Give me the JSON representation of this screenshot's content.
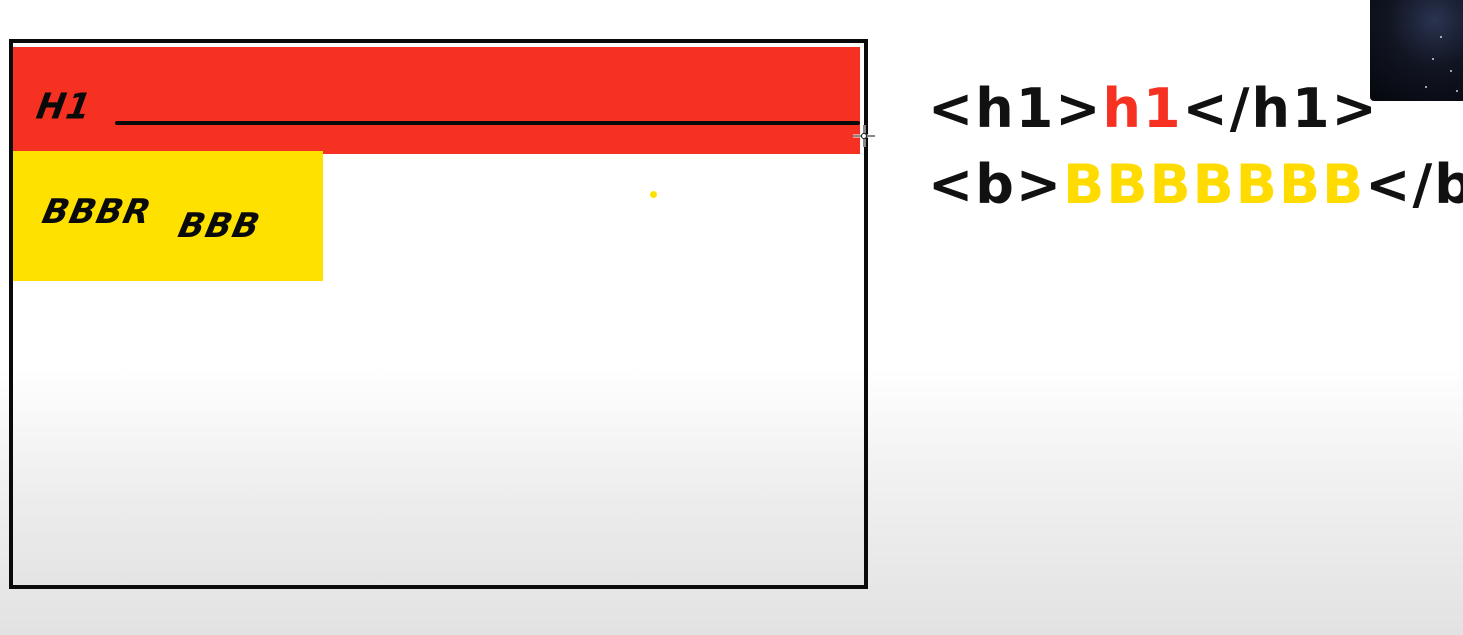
{
  "drawing": {
    "h1_label": "H1",
    "b_label_part1": "BBBR",
    "b_label_part2": "BBB"
  },
  "code": {
    "line1": {
      "open_tag": "<h1>",
      "content": "h1",
      "close_tag": "</h1>"
    },
    "line2": {
      "open_tag": "<b>",
      "content": "BBBBBBB",
      "close_tag": "</b>"
    }
  },
  "colors": {
    "h1_highlight": "#f63122",
    "b_highlight": "#ffe100",
    "ink": "#0a0a0a"
  },
  "icons": {
    "cursor": "crosshair-cursor-icon",
    "webcam": "webcam-thumbnail"
  }
}
